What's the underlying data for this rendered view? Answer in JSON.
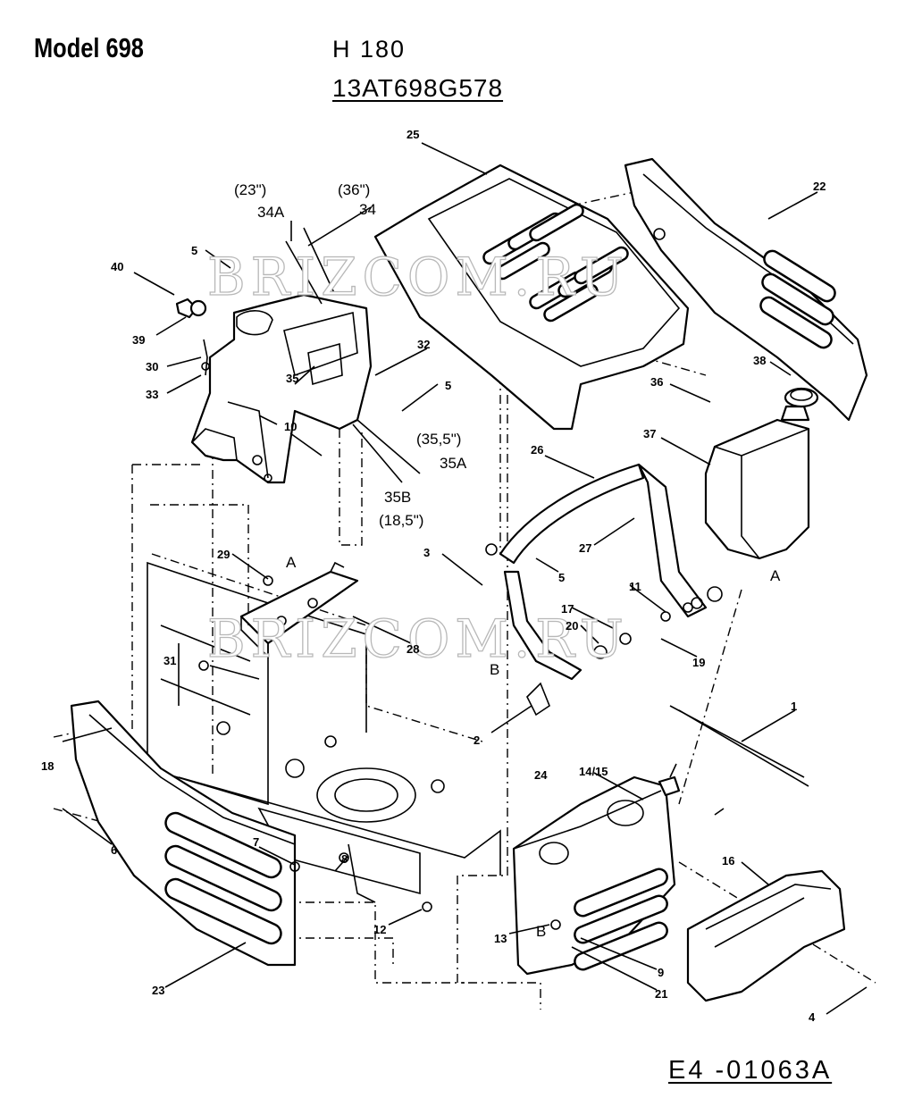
{
  "header": {
    "model": "Model 698",
    "series": "H 180",
    "part_number": "13AT698G578"
  },
  "footer": {
    "diagram_code": "E4 -01063A"
  },
  "watermark": "BRIZCOM.RU",
  "callouts": {
    "c1": "1",
    "c2": "2",
    "c3": "3",
    "c4": "4",
    "c5a": "5",
    "c5b": "5",
    "c5c": "5",
    "c6": "6",
    "c7": "7",
    "c8": "8",
    "c9": "9",
    "c10": "10",
    "c11": "11",
    "c12": "12",
    "c13": "13",
    "c1415": "14/15",
    "c16": "16",
    "c17": "17",
    "c18": "18",
    "c19": "19",
    "c20": "20",
    "c21": "21",
    "c22": "22",
    "c23": "23",
    "c24": "24",
    "c25": "25",
    "c26": "26",
    "c27": "27",
    "c28": "28",
    "c29": "29",
    "c30": "30",
    "c31": "31",
    "c32": "32",
    "c33": "33",
    "c34": "34",
    "c34a": "34A",
    "c35": "35",
    "c35a": "35A",
    "c35b": "35B",
    "c36": "36",
    "c37": "37",
    "c38": "38",
    "c39": "39",
    "c40": "40",
    "refA1": "A",
    "refA2": "A",
    "refB1": "B",
    "refB2": "B",
    "len23": "(23\")",
    "len36": "(36\")",
    "len355": "(35,5\")",
    "len185": "(18,5\")"
  }
}
